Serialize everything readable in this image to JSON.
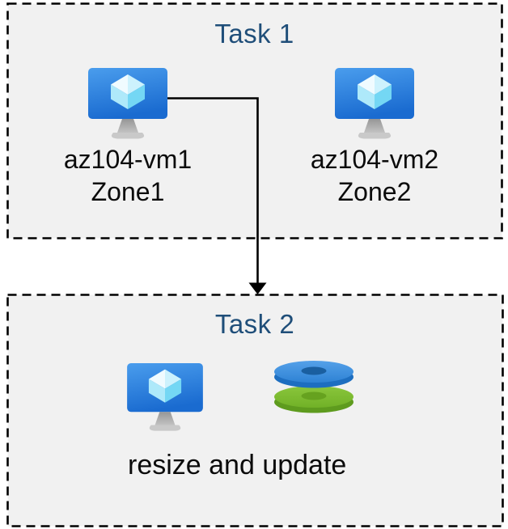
{
  "task1": {
    "title": "Task 1",
    "vm1": {
      "name": "az104-vm1",
      "zone": "Zone1",
      "icon": "virtual-machine-icon"
    },
    "vm2": {
      "name": "az104-vm2",
      "zone": "Zone2",
      "icon": "virtual-machine-icon"
    }
  },
  "task2": {
    "title": "Task 2",
    "caption": "resize and update",
    "icons": [
      "virtual-machine-icon",
      "managed-disks-icon"
    ]
  },
  "connector": {
    "icon": "arrow-down-icon"
  },
  "colors": {
    "title_text": "#1F4E79",
    "label_text": "#0B0B0B",
    "box_fill": "#F1F1F1",
    "box_border": "#000000",
    "vm_screen_blue_top": "#4A9DED",
    "vm_screen_blue_bottom": "#1A6BD0",
    "cube_cyan": "#74D7F4",
    "cube_light": "#F0FBFF",
    "stand_gray": "#A6A6A6",
    "disk_blue": "#3E8FE0",
    "disk_blue_dark": "#1D6EC0",
    "disk_blue_hole": "#1A5FA0",
    "disk_green": "#7CBD2F",
    "disk_green_dark": "#5E9B1E",
    "disk_green_hole": "#66A21F",
    "arrow": "#000000"
  }
}
